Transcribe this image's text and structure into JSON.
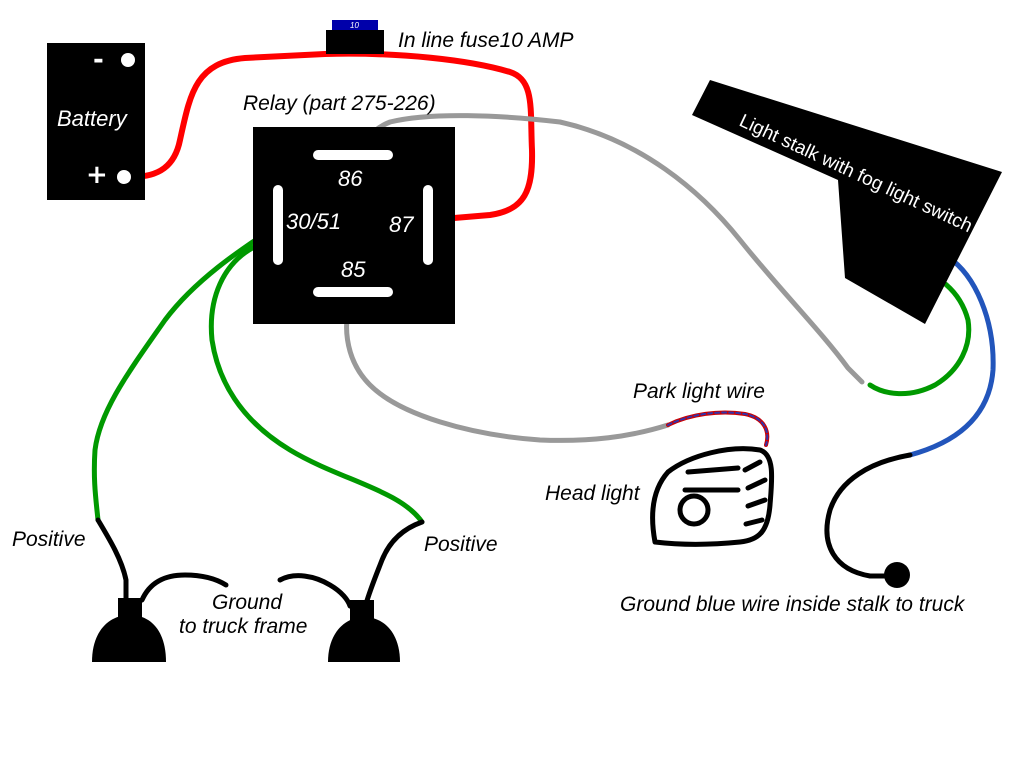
{
  "battery": {
    "label": "Battery",
    "neg_symbol": "-",
    "pos_symbol": "+"
  },
  "fuse": {
    "label": "In line fuse10 AMP",
    "rating_text": "10"
  },
  "relay": {
    "label": "Relay (part 275-226)",
    "pins": {
      "p86": "86",
      "p87": "87",
      "p85": "85",
      "p30": "30/51"
    }
  },
  "light_stalk": {
    "label": "Light stalk with  fog light switch"
  },
  "head_light": {
    "label": "Head light",
    "park_wire_label": "Park light wire"
  },
  "fog_lights": {
    "left_positive": "Positive",
    "right_positive": "Positive",
    "ground_line1": "Ground",
    "ground_line2": "to truck frame"
  },
  "ground_note": "Ground blue wire inside stalk to truck",
  "colors": {
    "power_wire": "#ff0000",
    "control_wire": "#999999",
    "positive_wire": "#009900",
    "ground_blue_wire": "#2255bb",
    "black": "#000000",
    "fuse_badge": "#0000aa"
  }
}
